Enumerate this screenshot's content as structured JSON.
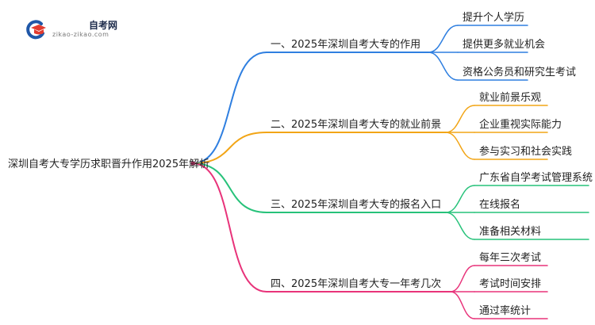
{
  "logo": {
    "title": "自考网",
    "subtitle": "zikao-zikao.com",
    "colors": {
      "blue": "#1f57a8",
      "red": "#e23b2f"
    }
  },
  "root": {
    "label": "深圳自考大专学历求职晋升作用2025年解析"
  },
  "branches": [
    {
      "label": "一、2025年深圳自考大专的作用",
      "color": "#2f7fe0",
      "children": [
        "提升个人学历",
        "提供更多就业机会",
        "资格公务员和研究生考试"
      ]
    },
    {
      "label": "二、2025年深圳自考大专的就业前景",
      "color": "#f2a516",
      "children": [
        "就业前景乐观",
        "企业重视实际能力",
        "参与实习和社会实践"
      ]
    },
    {
      "label": "三、2025年深圳自考大专的报名入口",
      "color": "#27c27a",
      "children": [
        "广东省自学考试管理系统",
        "在线报名",
        "准备相关材料"
      ]
    },
    {
      "label": "四、2025年深圳自考大专一年考几次",
      "color": "#e8337a",
      "children": [
        "每年三次考试",
        "考试时间安排",
        "通过率统计"
      ]
    }
  ]
}
